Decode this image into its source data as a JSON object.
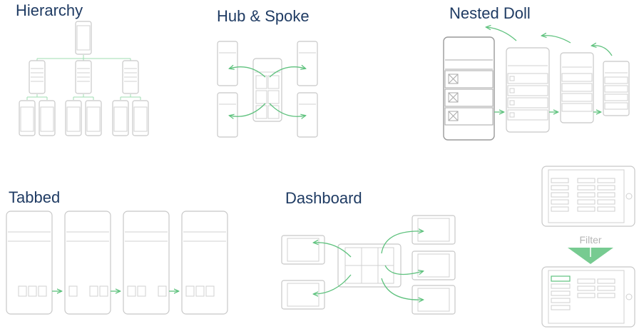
{
  "patterns": {
    "hierarchy": "Hierarchy",
    "hub_spoke": "Hub & Spoke",
    "nested_doll": "Nested Doll",
    "tabbed": "Tabbed",
    "dashboard": "Dashboard",
    "filter": "Filter"
  },
  "colors": {
    "title": "#1f3b63",
    "accent_green": "#5fc27e",
    "wireframe_gray": "#c8c8c8"
  }
}
